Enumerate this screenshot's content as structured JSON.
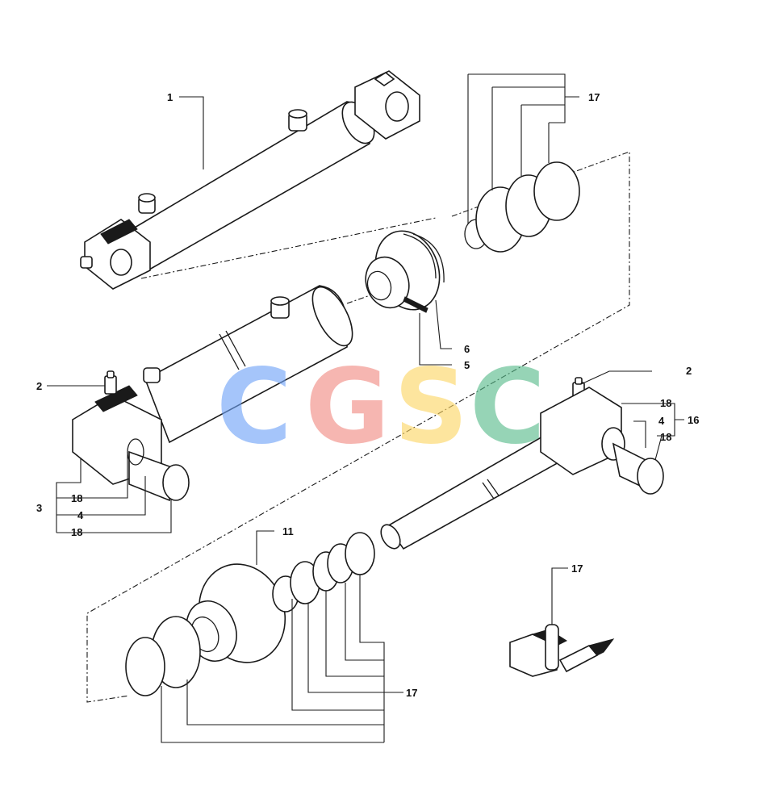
{
  "callouts": {
    "c1": "1",
    "c2_left": "2",
    "c2_right": "2",
    "c3": "3",
    "c4_left": "4",
    "c4_right": "4",
    "c5": "5",
    "c6": "6",
    "c11": "11",
    "c16": "16",
    "c17_top": "17",
    "c17_bottom": "17",
    "c17_inset": "17",
    "c18_left_a": "18",
    "c18_left_b": "18",
    "c18_right_a": "18",
    "c18_right_b": "18"
  },
  "watermark": {
    "letters": [
      "C",
      "G",
      "S",
      "C"
    ],
    "colors": [
      "#6fa3f7",
      "#f28b82",
      "#fdd663",
      "#57bb8a"
    ]
  }
}
